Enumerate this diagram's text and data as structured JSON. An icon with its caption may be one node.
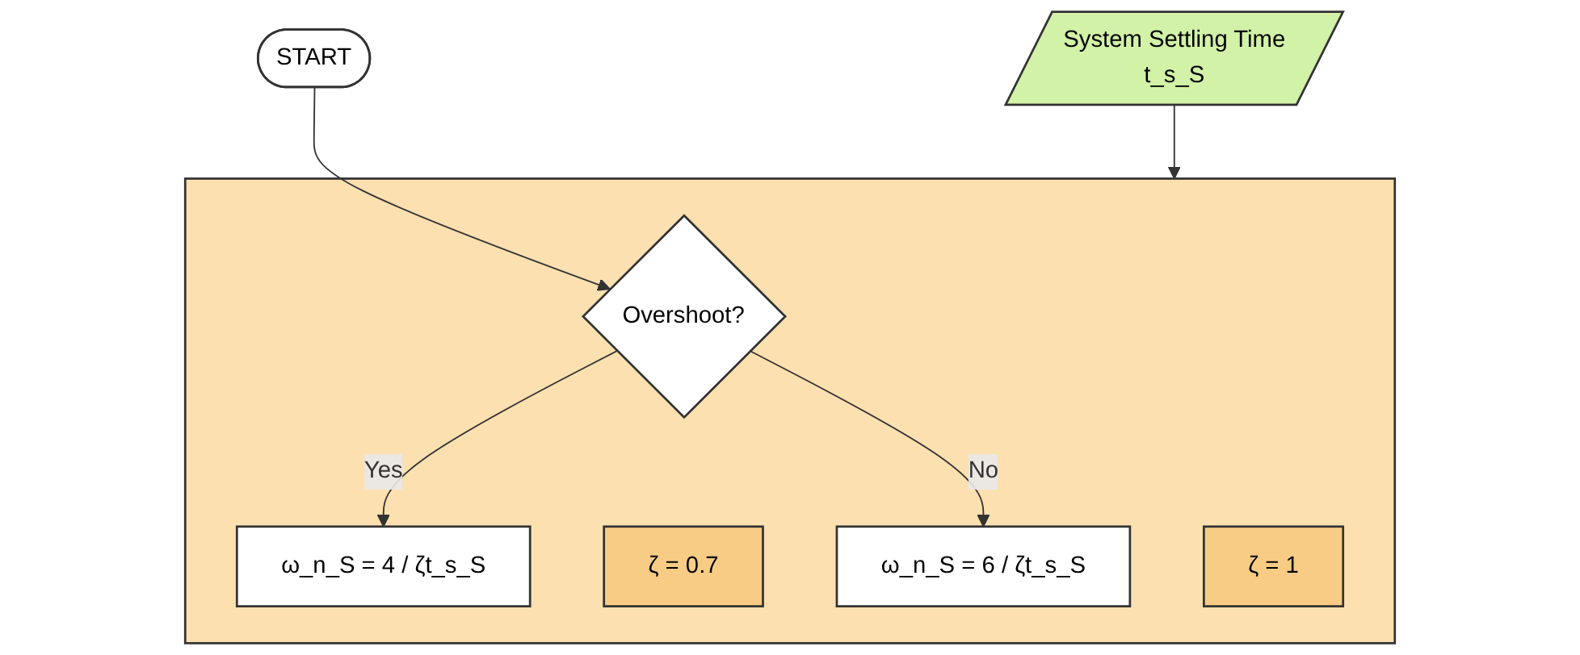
{
  "diagram": {
    "nodes": [
      {
        "text": [
          "START"
        ]
      },
      {
        "text": [],
        "shape": "box"
      },
      {
        "text": [
          "Overshoot?"
        ],
        "in": 1
      },
      {
        "text": [
          "ω_n_S = 4 / ζt_s_S"
        ],
        "in": 1
      },
      {
        "text": [
          "ζ = 0.7"
        ],
        "in": 1
      },
      {
        "text": [
          "ω_n_S = 6 / ζt_s_S"
        ],
        "in": 1
      },
      {
        "text": [
          "ζ = 1"
        ],
        "in": 1
      },
      {
        "text": [
          "System Settling Time",
          "t_s_S"
        ]
      }
    ],
    "edges": [
      {
        "from": 0,
        "to": 2,
        "arrow": "to"
      },
      {
        "from": 2,
        "to": 3,
        "label": "Yes",
        "arrow": "to"
      },
      {
        "from": 2,
        "to": 5,
        "label": "No",
        "arrow": "to"
      },
      {
        "from": 7,
        "to": 1,
        "arrow": "to"
      }
    ]
  }
}
